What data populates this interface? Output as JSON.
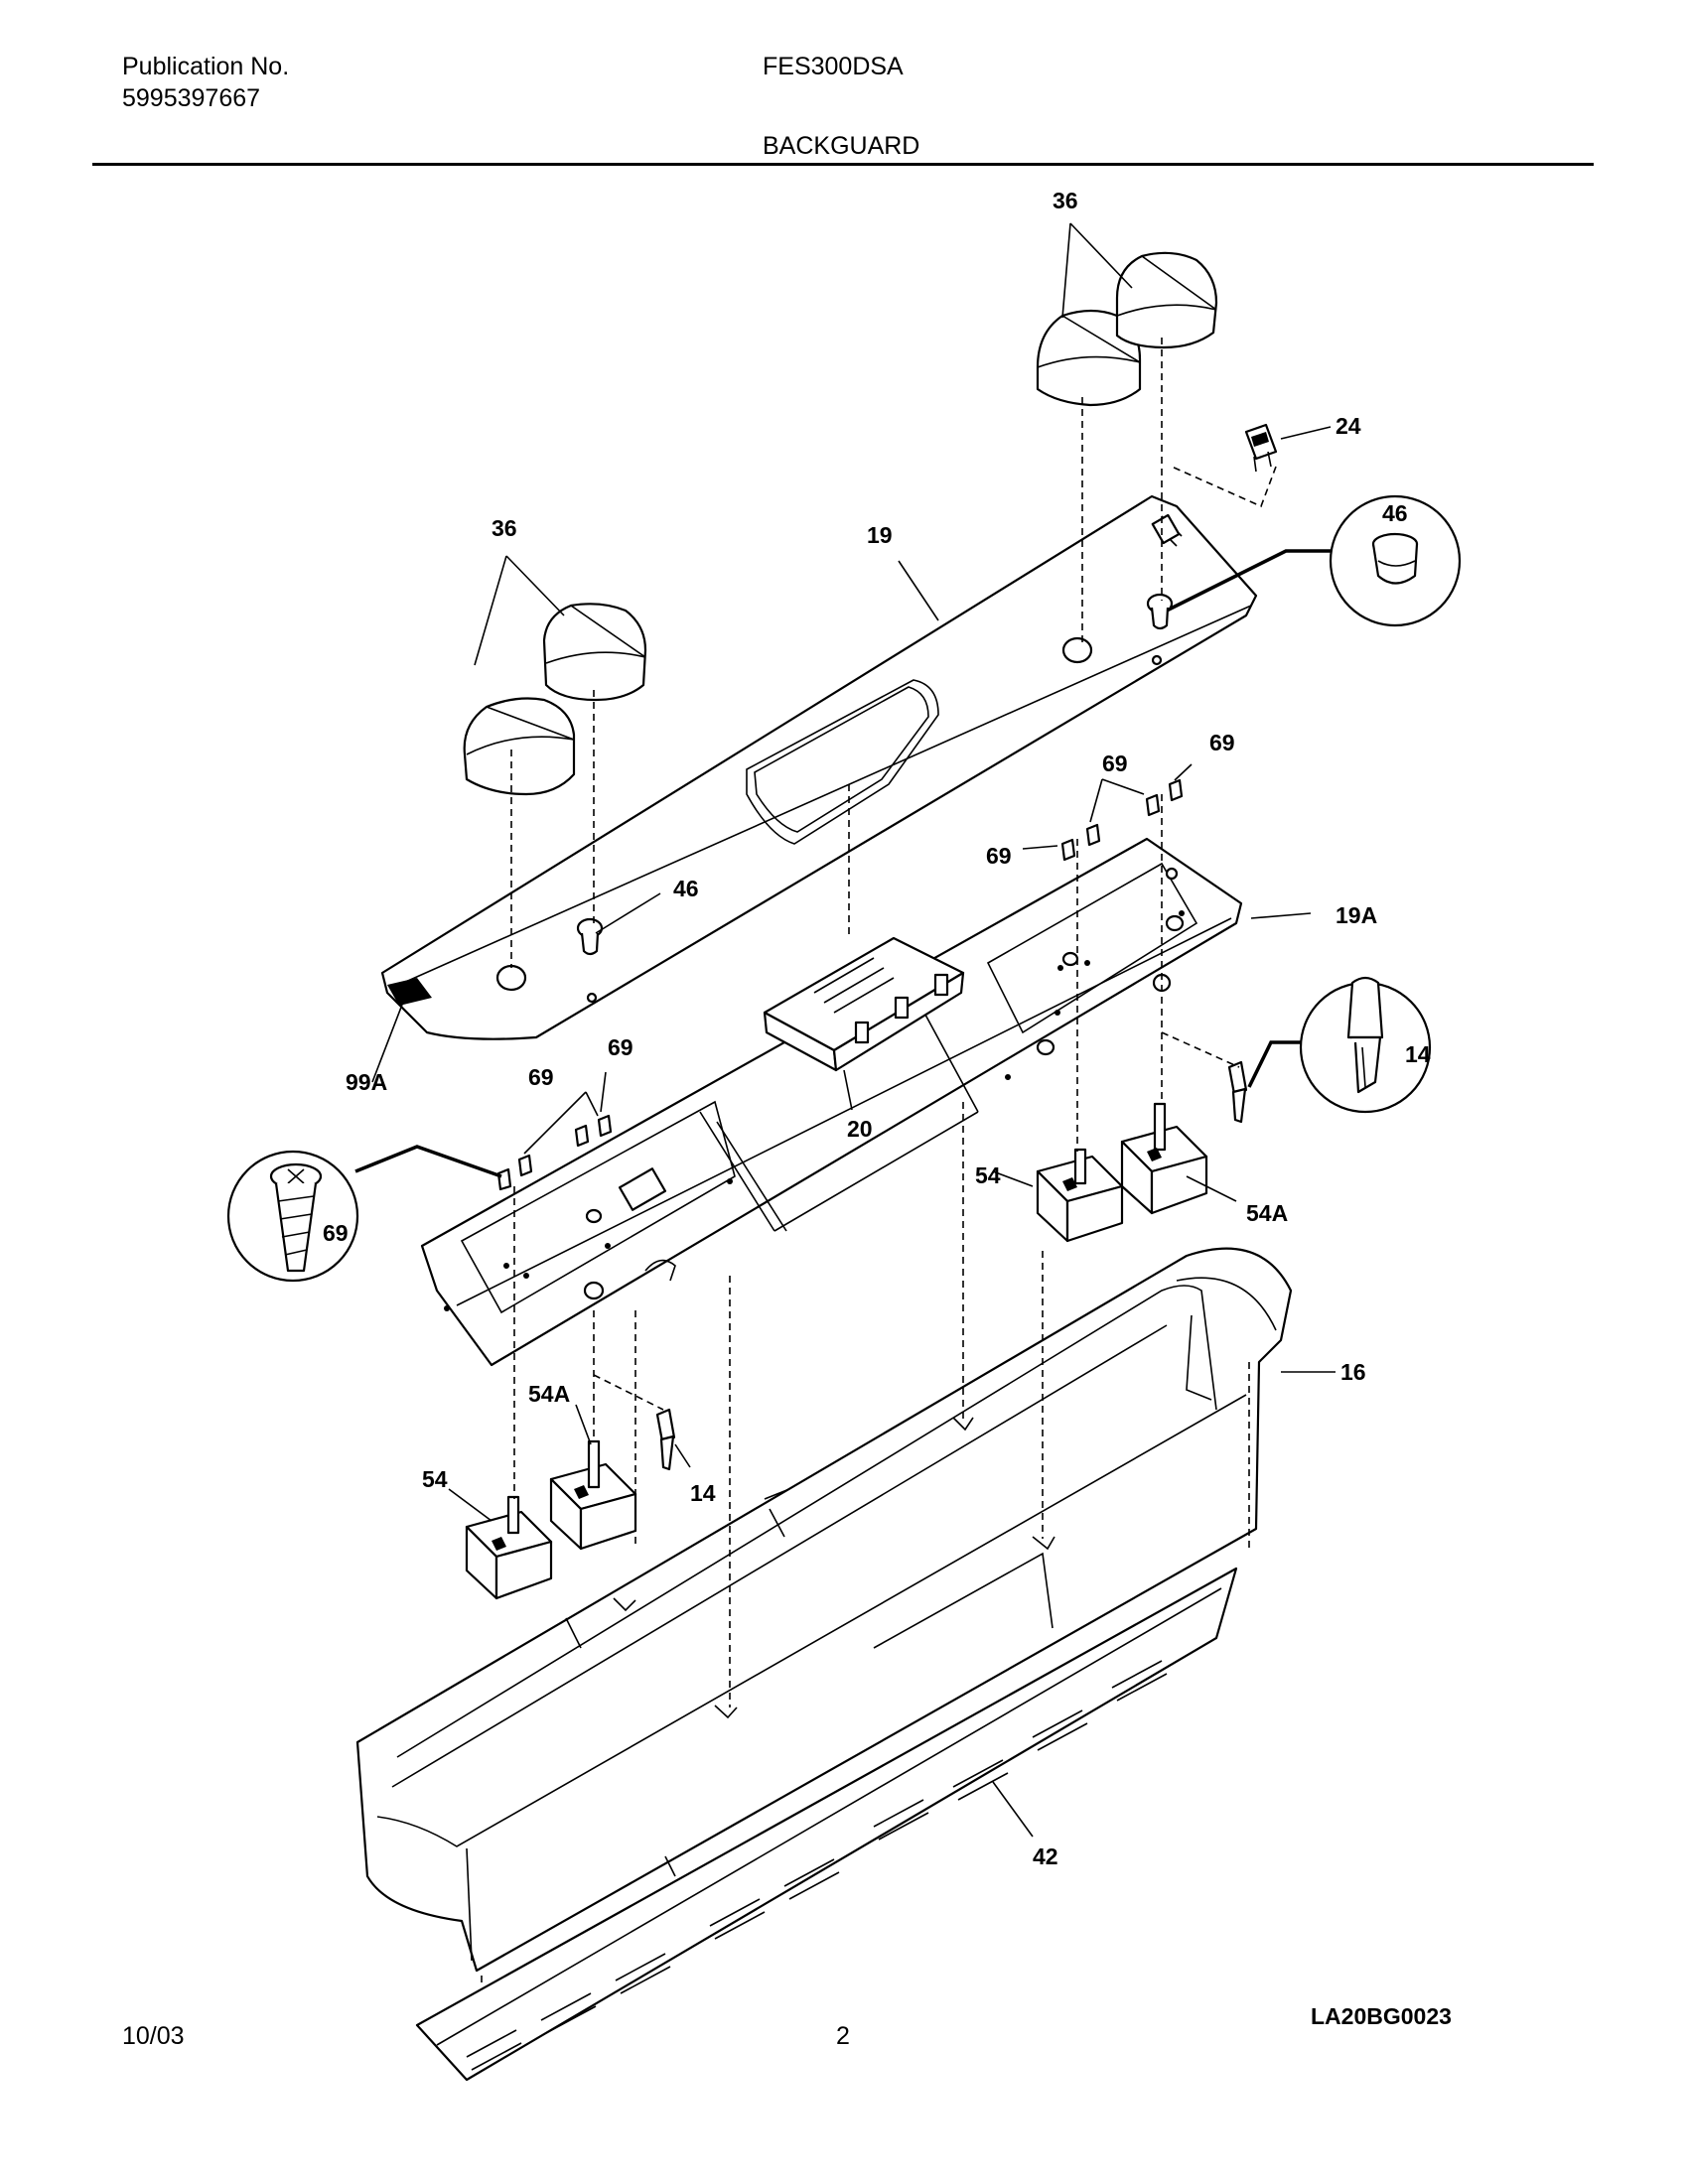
{
  "header": {
    "publication_label": "Publication No.",
    "publication_number": "5995397667",
    "model": "FES300DSA",
    "section_title": "BACKGUARD"
  },
  "footer": {
    "date": "10/03",
    "page_number": "2",
    "drawing_code": "LA20BG0023"
  },
  "callouts": {
    "knob_right": "36",
    "knob_left": "36",
    "switch_24": "24",
    "knob_insert_46_detail": "46",
    "knob_insert_46": "46",
    "panel_19": "19",
    "panel_19a": "19A",
    "screw_69_a": "69",
    "screw_69_b": "69",
    "screw_69_c": "69",
    "screw_69_d": "69",
    "screw_69_e": "69",
    "screw_69_detail": "69",
    "label_99a": "99A",
    "clock_20": "20",
    "light_14_detail": "14",
    "light_14": "14",
    "switch_54_right": "54",
    "switch_54a_right": "54A",
    "switch_54a_left": "54A",
    "switch_54_left": "54",
    "backguard_16": "16",
    "trim_42": "42"
  }
}
